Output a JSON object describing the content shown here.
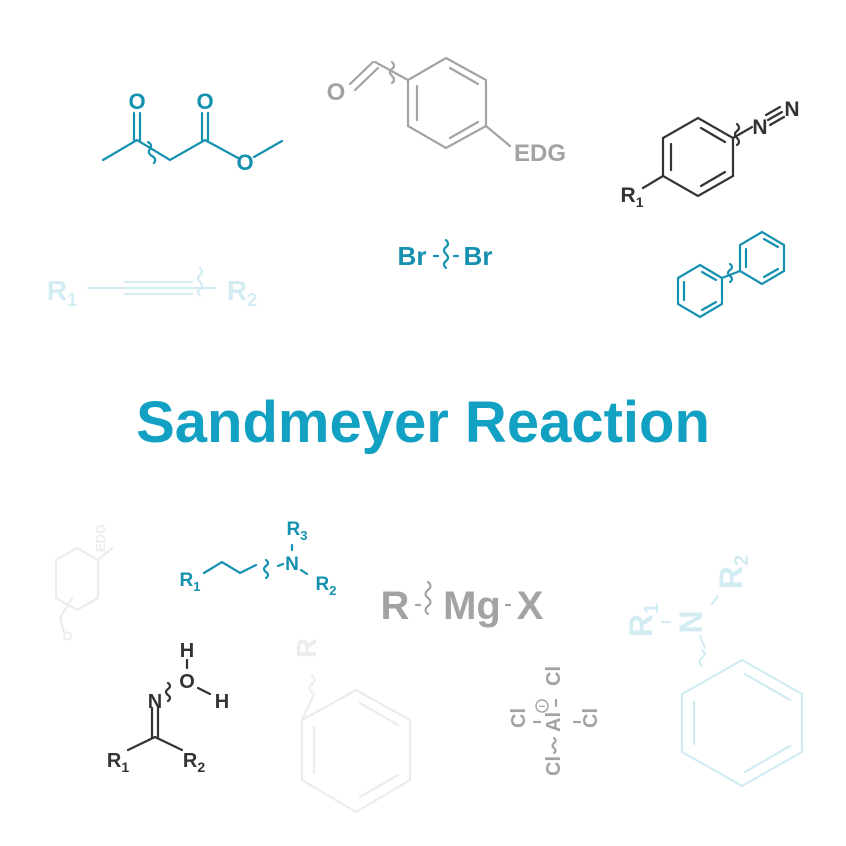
{
  "title": "Sandmeyer Reaction",
  "colors": {
    "title": "#12a0c3",
    "teal": "#1591b0",
    "dark": "#333333",
    "gray": "#a3a3a3",
    "light_teal": "#d3ecf3",
    "light_gray": "#ececec"
  },
  "molecules": {
    "acetoacetate": {
      "o1": "O",
      "o2": "O",
      "o3": "O"
    },
    "benzaldehyde": {
      "o": "O",
      "edg": "EDG"
    },
    "diazonium": {
      "r1": "R",
      "r1_sub": "1",
      "n": "N",
      "n2": "N"
    },
    "alkyne": {
      "r1": "R",
      "r1_sub": "1",
      "r2": "R",
      "r2_sub": "2"
    },
    "bromine": {
      "br1": "Br",
      "br2": "Br"
    },
    "amine": {
      "r1": "R",
      "r1_sub": "1",
      "n": "N",
      "r2": "R",
      "r2_sub": "2",
      "r3": "R",
      "r3_sub": "3"
    },
    "grignard": {
      "r": "R",
      "mg": "Mg",
      "x": "X"
    },
    "aryl_amine": {
      "r1": "R",
      "r1_sub": "1",
      "n": "N",
      "r2": "R",
      "r2_sub": "2"
    },
    "oxime": {
      "n": "N",
      "o": "O",
      "h1": "H",
      "h2": "H",
      "r1": "R",
      "r1_sub": "1",
      "r2": "R",
      "r2_sub": "2"
    },
    "aryl_r": {
      "r": "R"
    },
    "tetrachloroaluminate": {
      "cl1": "Cl",
      "cl2": "Cl",
      "cl3": "Cl",
      "cl4": "Cl",
      "al": "Al",
      "charge": "−"
    },
    "faint_benzaldehyde": {
      "o": "O",
      "edg": "EDG"
    }
  }
}
